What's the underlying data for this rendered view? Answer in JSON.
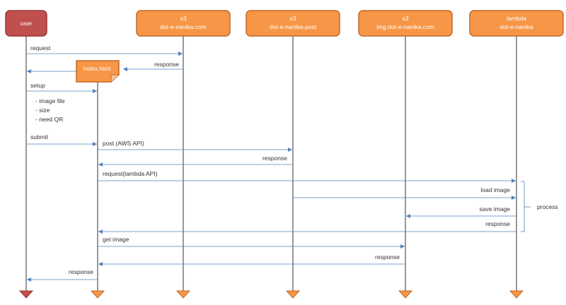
{
  "participants": [
    {
      "id": "user",
      "lines": [
        "user"
      ],
      "color": "#c0504d",
      "stroke": "#9a3532"
    },
    {
      "id": "s3-site",
      "lines": [
        "s3",
        "dot-e-nanika.com"
      ],
      "color": "#f79646",
      "stroke": "#c0682a"
    },
    {
      "id": "s3-post",
      "lines": [
        "s3",
        "dot-e-nanika-post"
      ],
      "color": "#f79646",
      "stroke": "#c0682a"
    },
    {
      "id": "s3-img",
      "lines": [
        "s3",
        "img.dot-e-nanika.com"
      ],
      "color": "#f79646",
      "stroke": "#c0682a"
    },
    {
      "id": "lambda",
      "lines": [
        "lambda",
        "dot-e-nanika"
      ],
      "color": "#f79646",
      "stroke": "#c0682a"
    }
  ],
  "document": {
    "label": "index.html"
  },
  "messages": [
    {
      "from": "user",
      "to": "s3-site",
      "label": "request"
    },
    {
      "from": "s3-site",
      "to": "index",
      "label": "response"
    },
    {
      "from": "index",
      "to": "user",
      "label": ""
    },
    {
      "from": "user",
      "to": "index",
      "label": "setup"
    },
    {
      "from": "user",
      "to": "index",
      "label": "submit"
    },
    {
      "from": "index",
      "to": "s3-post",
      "label": "post (AWS API)"
    },
    {
      "from": "s3-post",
      "to": "index",
      "label": "response"
    },
    {
      "from": "index",
      "to": "lambda",
      "label": "request(lambda API)"
    },
    {
      "from": "s3-post",
      "to": "lambda",
      "label": "load image"
    },
    {
      "from": "lambda",
      "to": "s3-img",
      "label": "save image"
    },
    {
      "from": "lambda",
      "to": "index",
      "label": "response"
    },
    {
      "from": "index",
      "to": "s3-img",
      "label": "get image"
    },
    {
      "from": "s3-img",
      "to": "index",
      "label": "response"
    },
    {
      "from": "index",
      "to": "user",
      "label": "response"
    }
  ],
  "setup_notes": [
    "- image file",
    "- size",
    "- need QR"
  ],
  "process_label": "process",
  "colors": {
    "arrow": "#4f81bd",
    "user_box": "#c0504d",
    "service_box": "#f79646"
  }
}
